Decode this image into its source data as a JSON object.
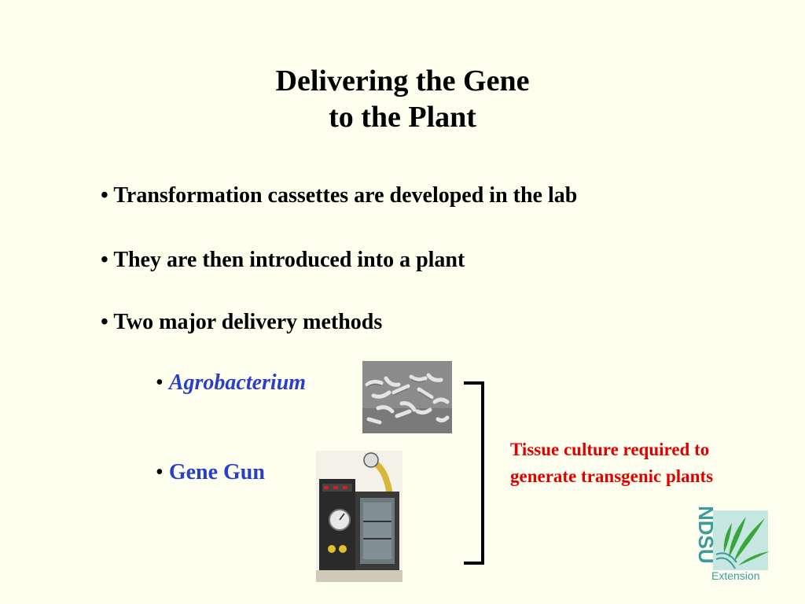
{
  "slide": {
    "title_line1": "Delivering the Gene",
    "title_line2": "to the Plant",
    "bullet_char": "•",
    "bullets": [
      "Transformation cassettes are developed in the lab",
      "They are then introduced into a plant",
      "Two major delivery methods"
    ],
    "methods": [
      {
        "label": "Agrobacterium"
      },
      {
        "label": "Gene Gun"
      }
    ],
    "note": "Tissue culture required to generate transgenic plants",
    "logo": {
      "acronym": "NDSU",
      "subtitle": "Extension"
    },
    "colors": {
      "background": "#fffff0",
      "method_text": "#2a3fc8",
      "note_text": "#e00000",
      "logo": "#3a9c9c"
    }
  }
}
